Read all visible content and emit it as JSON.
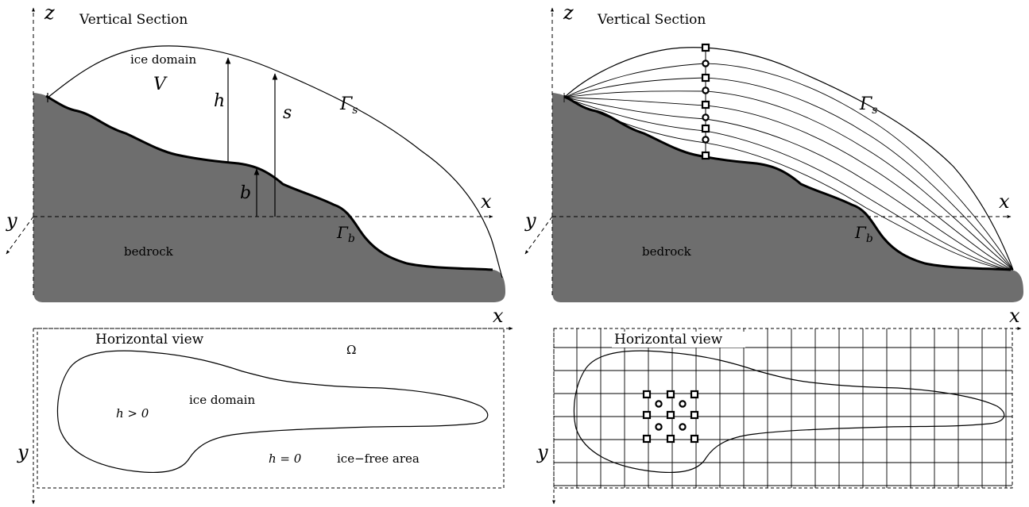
{
  "left_panel": {
    "section_title": "Vertical Section",
    "axis_z": "z",
    "axis_x": "x",
    "axis_y": "y",
    "ice_domain_label": "ice domain",
    "volume_label": "V",
    "h_label": "h",
    "s_label": "s",
    "b_label": "b",
    "gamma_s": "Γs",
    "gamma_b": "Γb",
    "bedrock_label": "bedrock",
    "horizontal_title": "Horizontal view",
    "omega_label": "Ω",
    "h_pos": "h > 0",
    "h_zero": "h = 0",
    "ice_domain_h": "ice domain",
    "ice_free": "ice−free area",
    "axis_x2": "x",
    "axis_y2": "y"
  },
  "right_panel": {
    "section_title": "Vertical Section",
    "axis_z": "z",
    "axis_x": "x",
    "axis_y": "y",
    "gamma_s": "Γs",
    "gamma_b": "Γb",
    "bedrock_label": "bedrock",
    "horizontal_title": "Horizontal view",
    "axis_x2": "x",
    "axis_y2": "y"
  },
  "colors": {
    "bedrock": "#6e6e6e",
    "line": "#000000"
  }
}
